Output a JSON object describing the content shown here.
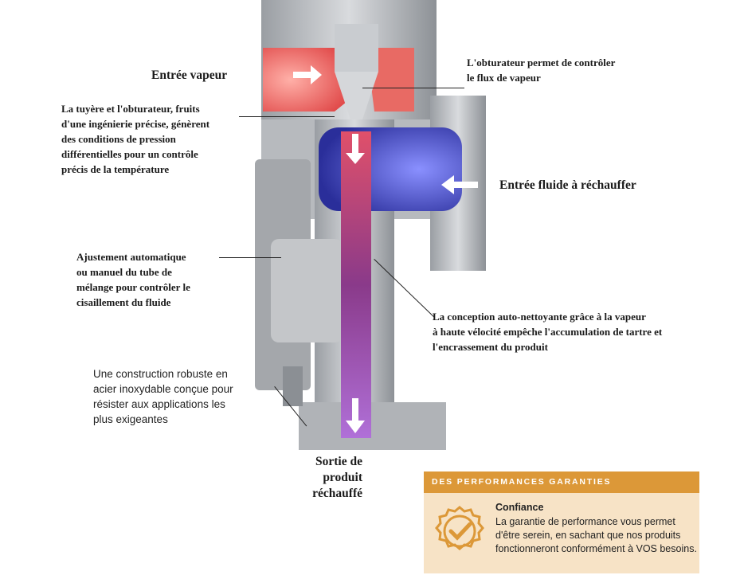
{
  "labels": {
    "steam_inlet": "Entrée vapeur",
    "plug": [
      "L'obturateur permet de contrôler",
      "le flux de vapeur"
    ],
    "nozzle": [
      "La tuyère et l'obturateur, fruits",
      "d'une ingénierie précise, génèrent",
      "des conditions de  pression",
      "différentielles pour un contrôle",
      "précis de la température"
    ],
    "fluid_inlet": "Entrée fluide à réchauffer",
    "adjustment": [
      "Ajustement automatique",
      "ou manuel du tube de",
      "mélange pour contrôler le",
      "cisaillement du fluide"
    ],
    "self_cleaning": [
      "La conception auto-nettoyante grâce à la vapeur",
      "à haute vélocité empêche l'accumulation de tartre et",
      "l'encrassement du produit"
    ],
    "construction": [
      "Une construction robuste en",
      "acier inoxydable conçue pour",
      "résister aux applications les",
      "plus exigeantes"
    ],
    "outlet": [
      "Sortie de",
      "produit",
      "réchauffé"
    ]
  },
  "guarantee": {
    "header": "DES PERFORMANCES GARANTIES",
    "title": "Confiance",
    "text": "La garantie de performance vous permet d'être serein, en sachant que nos produits fonctionneront conformément à VOS besoins.",
    "icon": "check-badge-icon"
  },
  "colors": {
    "accent": "#dc9838",
    "panel": "#f7e3c6",
    "steam": "#e8504a",
    "fluid": "#3a3fb0",
    "product": "#8a3a8a"
  }
}
